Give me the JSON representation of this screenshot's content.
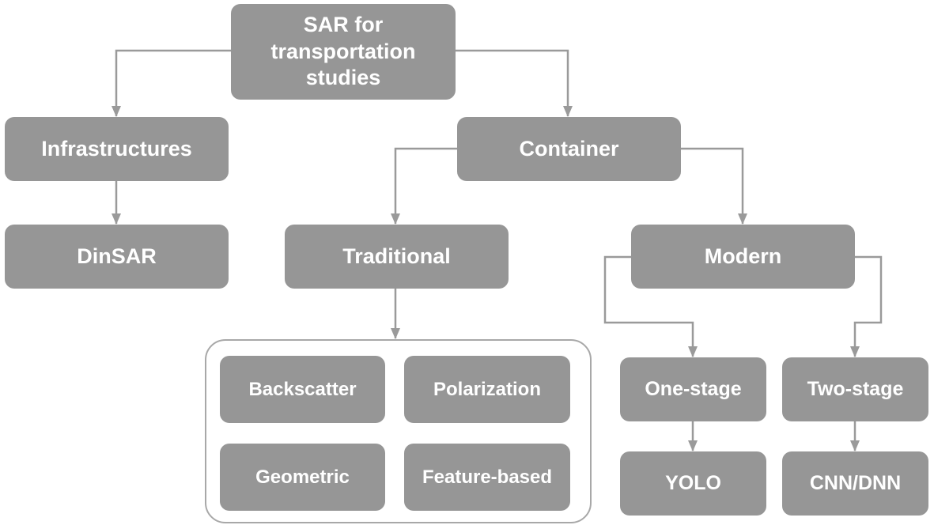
{
  "nodes": {
    "root": "SAR for transportation studies",
    "infrastructures": "Infrastructures",
    "container": "Container",
    "dinsar": "DinSAR",
    "traditional": "Traditional",
    "modern": "Modern",
    "backscatter": "Backscatter",
    "polarization": "Polarization",
    "geometric": "Geometric",
    "feature_based": "Feature-based",
    "one_stage": "One-stage",
    "two_stage": "Two-stage",
    "yolo": "YOLO",
    "cnn_dnn": "CNN/DNN"
  },
  "edges": [
    {
      "from": "root",
      "to": "infrastructures"
    },
    {
      "from": "root",
      "to": "container"
    },
    {
      "from": "infrastructures",
      "to": "dinsar"
    },
    {
      "from": "container",
      "to": "traditional"
    },
    {
      "from": "container",
      "to": "modern"
    },
    {
      "from": "traditional",
      "to": "traditional-methods-group"
    },
    {
      "from": "modern",
      "to": "one_stage"
    },
    {
      "from": "modern",
      "to": "two_stage"
    },
    {
      "from": "one_stage",
      "to": "yolo"
    },
    {
      "from": "two_stage",
      "to": "cnn_dnn"
    }
  ],
  "colors": {
    "box_fill": "#969696",
    "text": "#ffffff",
    "connector": "#9a9a9a",
    "group_border": "#a8a8a8"
  }
}
